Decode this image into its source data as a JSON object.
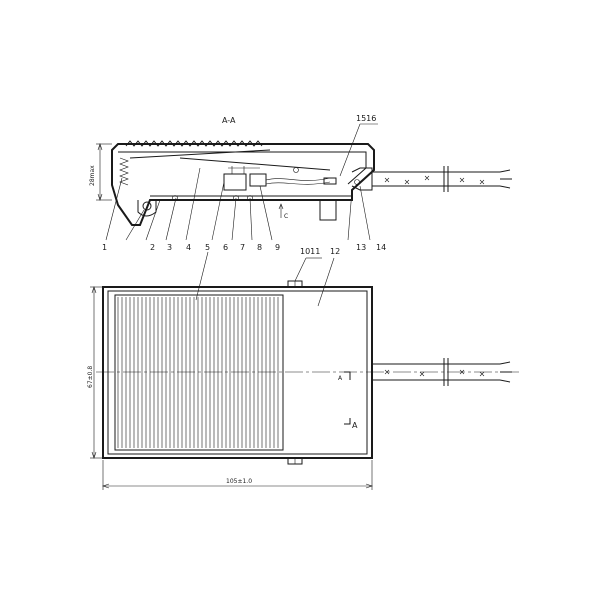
{
  "section_title": "A-A",
  "callouts_top": [
    "1",
    "2",
    "3",
    "4",
    "5",
    "6",
    "7",
    "8",
    "9",
    "13",
    "14"
  ],
  "callout_1516": "1516",
  "callout_1011": "1011",
  "callout_12": "12",
  "callout_5_plan": "5",
  "callout_c": "C",
  "section_marker": "A",
  "section_marker_plan": "A",
  "dim_height": "28max",
  "dim_width_plan": "67±0.8",
  "dim_length_plan": "105±1.0",
  "colors": {
    "line": "#1a1a1a",
    "background": "#ffffff"
  }
}
